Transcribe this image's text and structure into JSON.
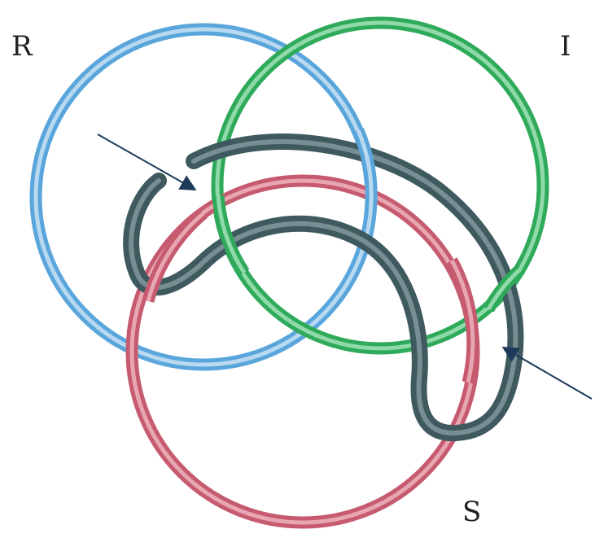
{
  "labels": {
    "r": "R",
    "i": "I",
    "s": "S"
  },
  "rings": [
    {
      "name": "R",
      "color": "#5aa6dc",
      "highlight": "#cfe6f6"
    },
    {
      "name": "I",
      "color": "#2eaa5a",
      "highlight": "#a9e6bd"
    },
    {
      "name": "S",
      "color": "#c65a6e",
      "highlight": "#f0b9c3"
    }
  ],
  "strand": {
    "color": "#3f5a5e",
    "highlight": "#9db3b5"
  },
  "arrow_color": "#1d3a5a"
}
